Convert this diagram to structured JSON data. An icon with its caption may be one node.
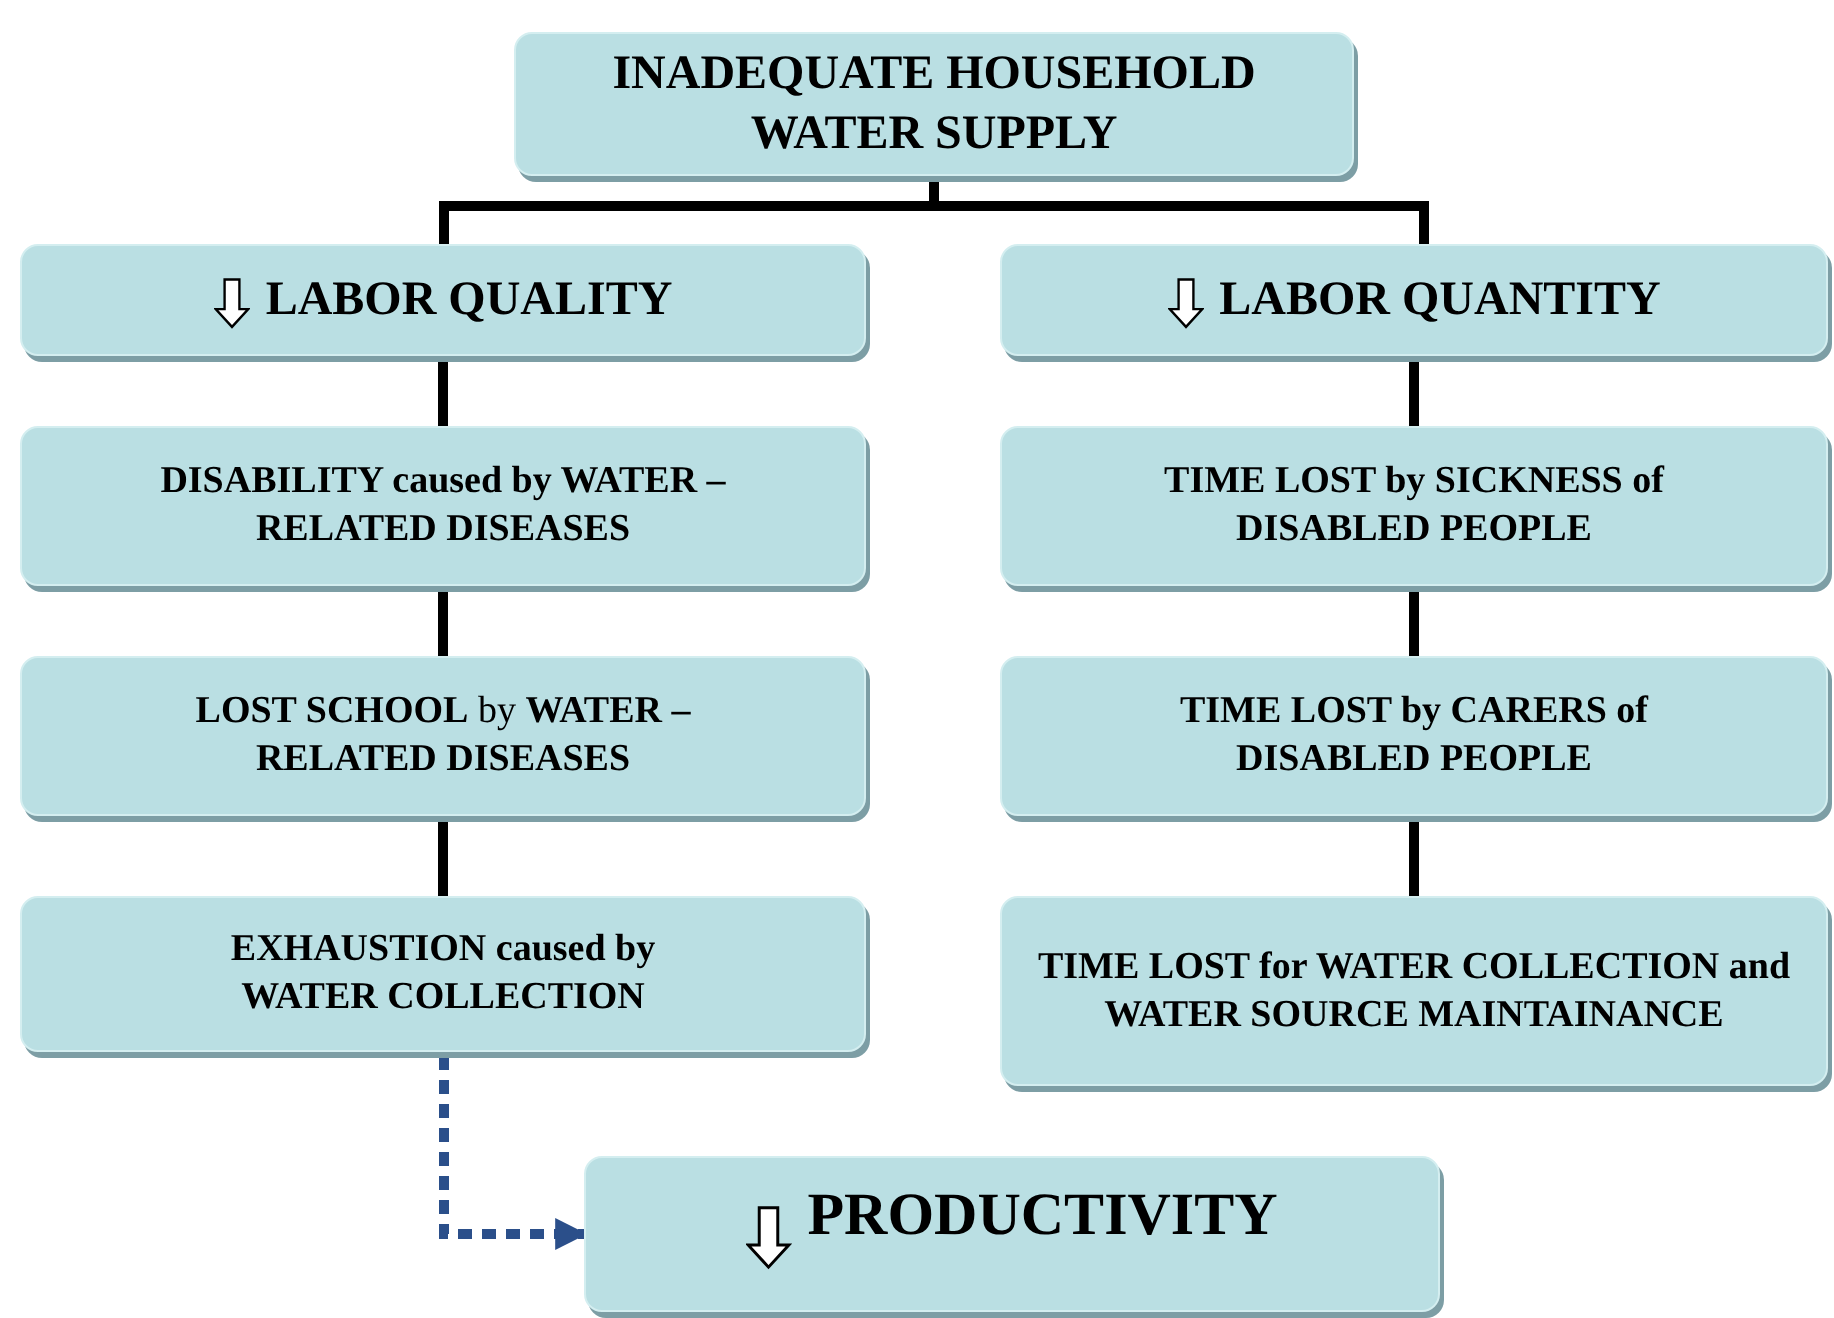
{
  "diagram": {
    "nodes": [
      {
        "text": [
          "INADEQUATE HOUSEHOLD WATER SUPPLY"
        ]
      },
      {
        "text": [
          "LABOR QUALITY"
        ]
      },
      {
        "text": [
          "LABOR QUANTITY"
        ]
      },
      {
        "text": [
          "DISABILITY caused by WATER –RELATED DISEASES"
        ]
      },
      {
        "text": [
          "**LOST SCHOOL** by **WATER –RELATED DISEASES**"
        ]
      },
      {
        "text": [
          "EXHAUSTION caused by WATER COLLECTION"
        ]
      },
      {
        "text": [
          "TIME LOST by SICKNESS of DISABLED PEOPLE"
        ]
      },
      {
        "text": [
          "TIME LOST by CARERS of DISABLED PEOPLE"
        ]
      },
      {
        "text": [
          "TIME LOST for WATER COLLECTION and WATER SOURCE MAINTAINANCE"
        ]
      },
      {
        "text": [
          "PRODUCTIVITY"
        ]
      }
    ],
    "edges": [
      {
        "from": 0,
        "to": 1,
        "arrow": "none"
      },
      {
        "from": 0,
        "to": 2,
        "arrow": "none"
      },
      {
        "from": 1,
        "to": 3,
        "arrow": "none"
      },
      {
        "from": 3,
        "to": 4,
        "arrow": "none"
      },
      {
        "from": 4,
        "to": 5,
        "arrow": "none"
      },
      {
        "from": 2,
        "to": 6,
        "arrow": "none"
      },
      {
        "from": 6,
        "to": 7,
        "arrow": "none"
      },
      {
        "from": 7,
        "to": 8,
        "arrow": "none"
      },
      {
        "from": 5,
        "to": 9,
        "arrow": "to",
        "style": "dashed",
        "color": "#2b4f8a"
      }
    ]
  }
}
